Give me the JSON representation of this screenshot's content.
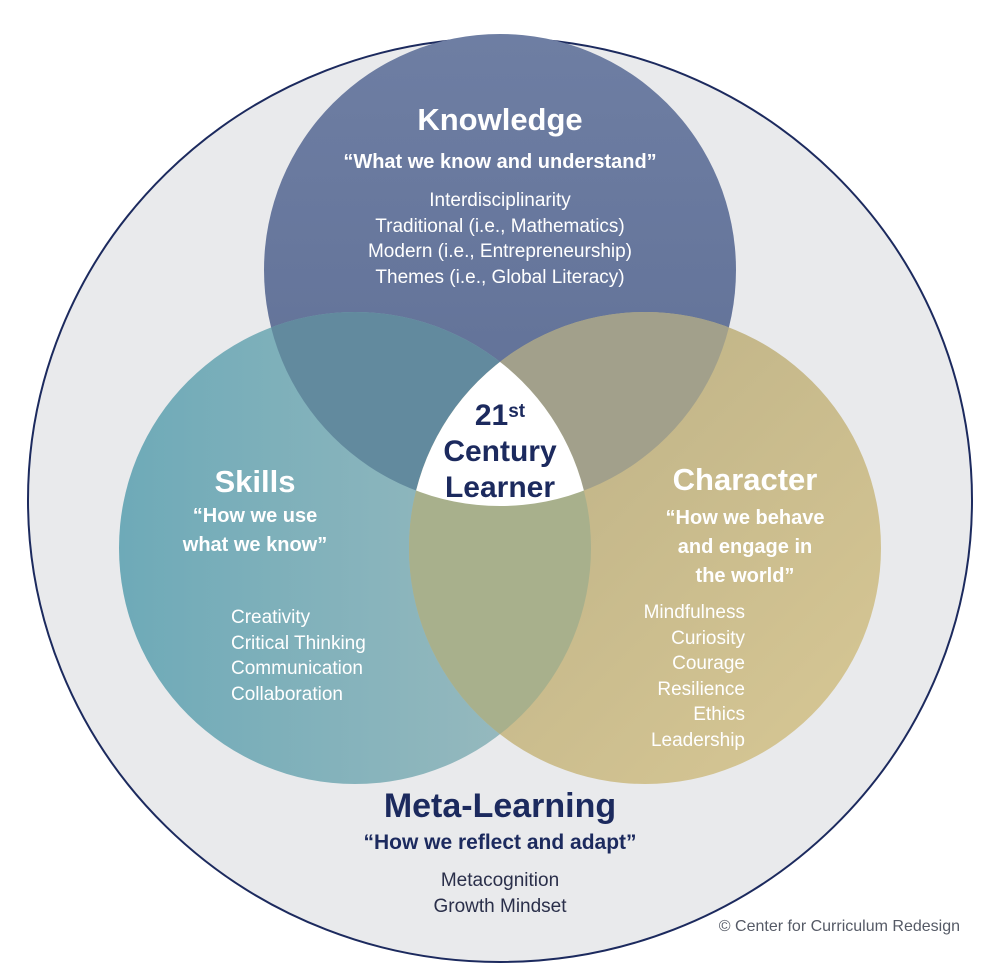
{
  "knowledge": {
    "title": "Knowledge",
    "quote": "“What we know and understand”",
    "items": [
      "Interdisciplinarity",
      "Traditional (i.e., Mathematics)",
      "Modern (i.e., Entrepreneurship)",
      "Themes (i.e., Global Literacy)"
    ]
  },
  "skills": {
    "title": "Skills",
    "quote_lines": [
      "“How we use",
      "what we know”"
    ],
    "items": [
      "Creativity",
      "Critical Thinking",
      "Communication",
      "Collaboration"
    ]
  },
  "character": {
    "title": "Character",
    "quote_lines": [
      "“How we behave",
      "and engage in",
      "the world”"
    ],
    "items": [
      "Mindfulness",
      "Curiosity",
      "Courage",
      "Resilience",
      "Ethics",
      "Leadership"
    ]
  },
  "center": {
    "number": "21",
    "suffix": "st",
    "line2": "Century",
    "line3": "Learner"
  },
  "meta_learning": {
    "title": "Meta-Learning",
    "quote": "“How we reflect and adapt”",
    "items": [
      "Metacognition",
      "Growth Mindset"
    ]
  },
  "credit": "© Center for Curriculum Redesign",
  "colors": {
    "outer_fill": "#e9eaec",
    "outer_stroke": "#1c2a5e",
    "knowledge": "#66779d",
    "skills": "#6fa9b6",
    "character": "#cdbf8a",
    "title_navy": "#1c2a5e"
  }
}
